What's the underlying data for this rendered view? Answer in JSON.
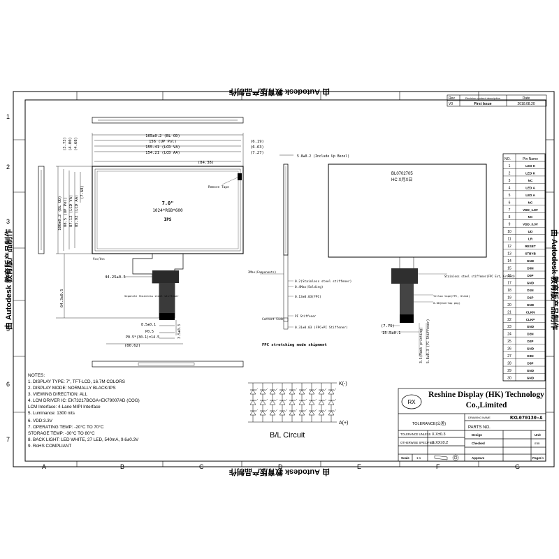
{
  "frame": {
    "row_numbers": [
      "1",
      "2",
      "3",
      "4",
      "5",
      "6",
      "7"
    ],
    "col_letters": [
      "A",
      "B",
      "C",
      "D",
      "E",
      "F",
      "G"
    ],
    "watermark": "由 Autodesk 教育版产品制作"
  },
  "revision": {
    "col_rev": "Rev",
    "col_desc": "Revision content description",
    "col_date": "Date",
    "rev": "V0",
    "desc": "First Issue",
    "date": "2018.08.20"
  },
  "front_view": {
    "dims_top": [
      "165±0.2 (BL OD)",
      "156 (UP Pol)",
      "155.41 (LCD VA)",
      "154.21 (LCD AA)"
    ],
    "dims_top_right": [
      "(6.19)",
      "(6.63)",
      "(7.27)"
    ],
    "dim_84": "(84.38)",
    "dims_left_small": [
      "(3.73)",
      "(4.00)",
      "(4.68)"
    ],
    "dims_left": [
      "100±0.2 (BL OD)",
      "88.5 (UP Pol)",
      "87.12 (LCD VA)",
      "85.92 (LCD AA)",
      "(7.68)"
    ],
    "center_size": "7.0\"",
    "center_res": "1024*RGB*600",
    "center_tech": "IPS",
    "remove_tape": "Remove Tape",
    "fpc_width": "44.25±0.5",
    "fpc_length": "64.3±0.5",
    "conn_a": "8.5±0.1",
    "conn_b": "P0.5",
    "conn_c": "P0.5*(30-1)=14.5",
    "conn_d": "(80.62)",
    "conn_e": "3.5±0.3",
    "stiffener_note": "Separate Stainless steel stiffener",
    "vpos": "Vcc/Vss"
  },
  "side_view": {
    "thickness": "5.8±0.2 (Include Up Bezel)",
    "components": "2Max(Components)",
    "stiffener": "0.2(Stainless steel stiffener)",
    "solder": "0.4Max(Solding)",
    "fpc": "0.13±0.03(FPC)",
    "contact": "Contact Side",
    "pi_stiffener": "PI Stiffener",
    "fpc_pi": "0.31±0.03 (FPC+PI Stiffener)",
    "shipment": "FPC stretching mode shipment"
  },
  "back_view": {
    "label1": "BL0702705",
    "label2": "HC X月X日",
    "steel_note": "Stainless steel stiffener(FPC Ext, Ground)",
    "tape1": "Yellow tape(FPC, Gland)",
    "tape2": "0.08(Overlap pkg)",
    "dim_775": "(7.75)",
    "dim_155": "15.5±0.1",
    "dim_35": "3.5(Mask printing)",
    "dim_583": "5.8±0.3 (PI Stiffener)"
  },
  "pins": {
    "col_no": "NO.",
    "col_name": "Pin Name",
    "rows": [
      [
        "1",
        "LED K"
      ],
      [
        "2",
        "LED K"
      ],
      [
        "3",
        "NC"
      ],
      [
        "4",
        "LED A"
      ],
      [
        "5",
        "LED A"
      ],
      [
        "6",
        "NC"
      ],
      [
        "7",
        "VDD_1.8V"
      ],
      [
        "8",
        "NC"
      ],
      [
        "9",
        "VDD_3.3V"
      ],
      [
        "10",
        "UD"
      ],
      [
        "11",
        "LR"
      ],
      [
        "12",
        "RESET"
      ],
      [
        "13",
        "STBYB"
      ],
      [
        "14",
        "GND"
      ],
      [
        "15",
        "D0N"
      ],
      [
        "16",
        "D0P"
      ],
      [
        "17",
        "GND"
      ],
      [
        "18",
        "D1N"
      ],
      [
        "19",
        "D1P"
      ],
      [
        "20",
        "GND"
      ],
      [
        "21",
        "CLKN"
      ],
      [
        "22",
        "CLKP"
      ],
      [
        "23",
        "GND"
      ],
      [
        "24",
        "D2N"
      ],
      [
        "25",
        "D2P"
      ],
      [
        "26",
        "GND"
      ],
      [
        "27",
        "D3N"
      ],
      [
        "28",
        "D3P"
      ],
      [
        "29",
        "GND"
      ],
      [
        "30",
        "GND"
      ]
    ]
  },
  "notes": {
    "title": "NOTES:",
    "lines": [
      "1. DISPLAY TYPE:  7\", TFT-LCD, 16.7M COLORS",
      "2. DISPLAY MODE:   NORMALLY BLACK/IPS",
      "3. VIEWING DIRECTION:   ALL",
      "4. LCM DRIVER IC: EK73217BCGA+EK79007AD (COG)",
      "   LCM Interface: 4-Lane MIPI Interface",
      "5. Luminance: 1300 nits",
      "6. VDD:3.3V",
      "7. OPERATING TEMP: -20°C TO 70°C",
      "   STORAGE TEMP:   -30°C TO 80°C",
      "8. BACK LIGHT: LED WHITE, 27 LED, 540mA, 9.6±0.3V",
      "9. RoHS COMPLIANT"
    ]
  },
  "circuit": {
    "title": "B/L Circuit",
    "k_label": "K(-)",
    "a_label": "A(+)"
  },
  "title_block": {
    "logo": "RX",
    "company": "Reshine Display (HK) Technology Co.,Limited",
    "drawing_name_label": "DRAWING NAME",
    "drawing_name": "RXL070130-A",
    "parts_no": "PARTS NO.",
    "tolerance": "TOLERANCE(公差)",
    "tol_unless": "TOLERANCE UNLESS",
    "tol_unless_val": "X.X±0.3",
    "tol_other": "OTHERWISE SPECIFIED",
    "tol_other_val": "X.XX±0.2",
    "design": "Design",
    "checked": "Checked",
    "approve": "Approve",
    "unit_label": "Unit",
    "unit_val": "mm",
    "scale_label": "Scale",
    "scale_val": "1:1",
    "page_label": "Page",
    "page_val": "1/1"
  }
}
